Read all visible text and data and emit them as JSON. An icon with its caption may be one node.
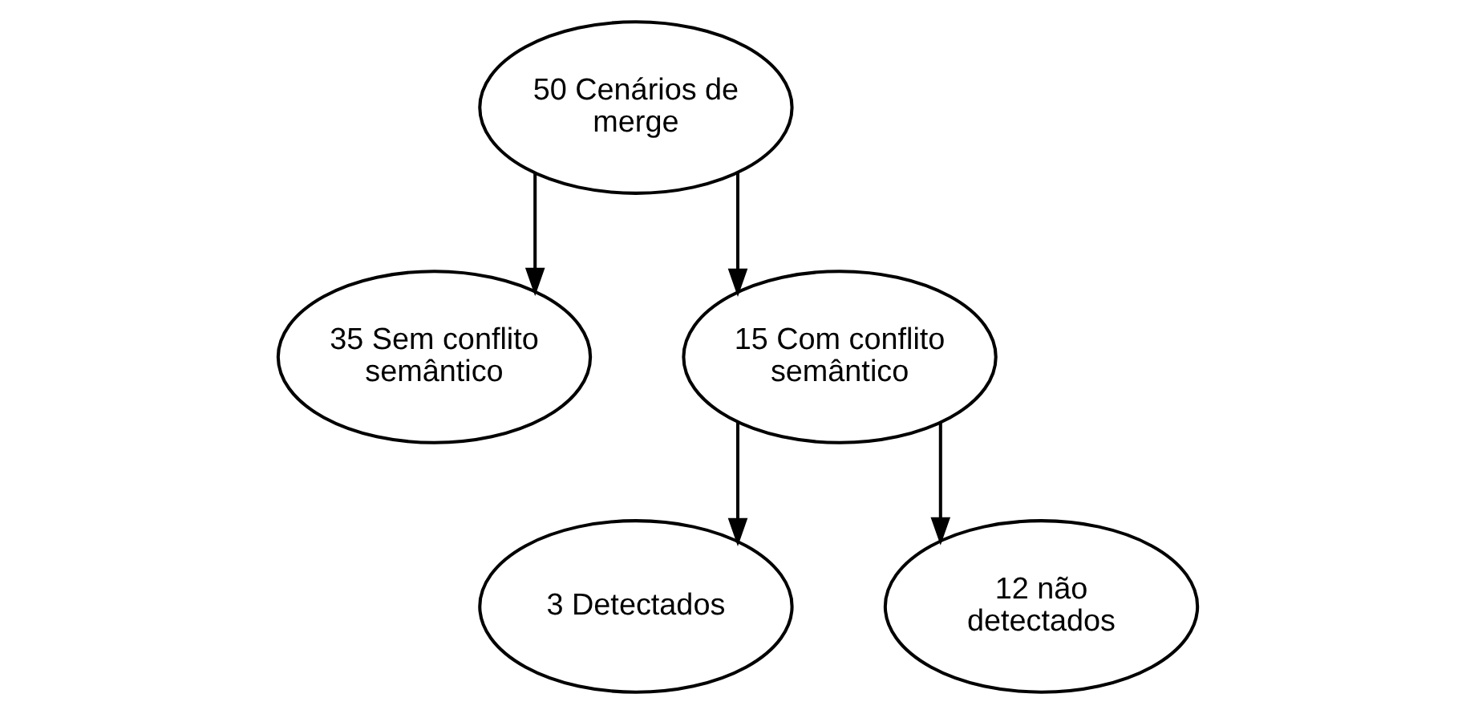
{
  "diagram": {
    "nodes": [
      {
        "text": [
          "50 Cenários de merge"
        ]
      },
      {
        "text": [
          "35 Sem conflito semântico"
        ]
      },
      {
        "text": [
          "15 Com conflito semântico"
        ]
      },
      {
        "text": [
          "3 Detectados"
        ]
      },
      {
        "text": [
          "12 não detectados"
        ]
      }
    ],
    "edges": [
      {
        "from": 0,
        "to": 1,
        "arrow": "to"
      },
      {
        "from": 0,
        "to": 2,
        "arrow": "to"
      },
      {
        "from": 2,
        "to": 3,
        "arrow": "to"
      },
      {
        "from": 2,
        "to": 4,
        "arrow": "to"
      }
    ]
  }
}
